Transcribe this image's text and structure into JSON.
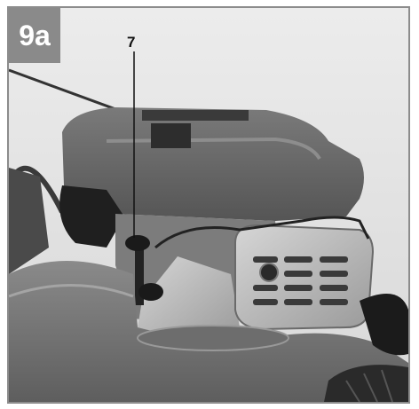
{
  "figure": {
    "label": "9a",
    "callouts": [
      {
        "label": "7",
        "target": "dipstick-handle"
      }
    ]
  },
  "colors": {
    "frame": "#8c8c8c",
    "badge": "#8a8a8a",
    "badge_text": "#ffffff",
    "callout_text": "#111111"
  }
}
